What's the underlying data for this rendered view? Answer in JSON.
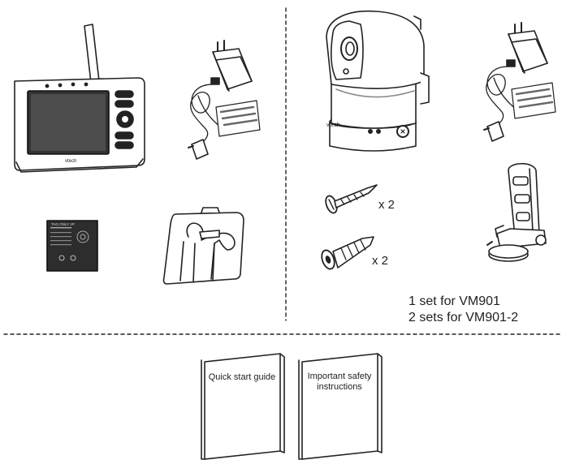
{
  "items": {
    "screw_qty": "x 2",
    "anchor_qty": "x 2",
    "battery_label": "TAG ONLY 1P",
    "monitor_brand": "vtech",
    "camera_brand": "vtech"
  },
  "set_note": {
    "line1": "1 set for VM901",
    "line2": "2 sets for VM901-2"
  },
  "booklets": {
    "quick_start": "Quick start guide",
    "safety": "Important safety instructions"
  }
}
